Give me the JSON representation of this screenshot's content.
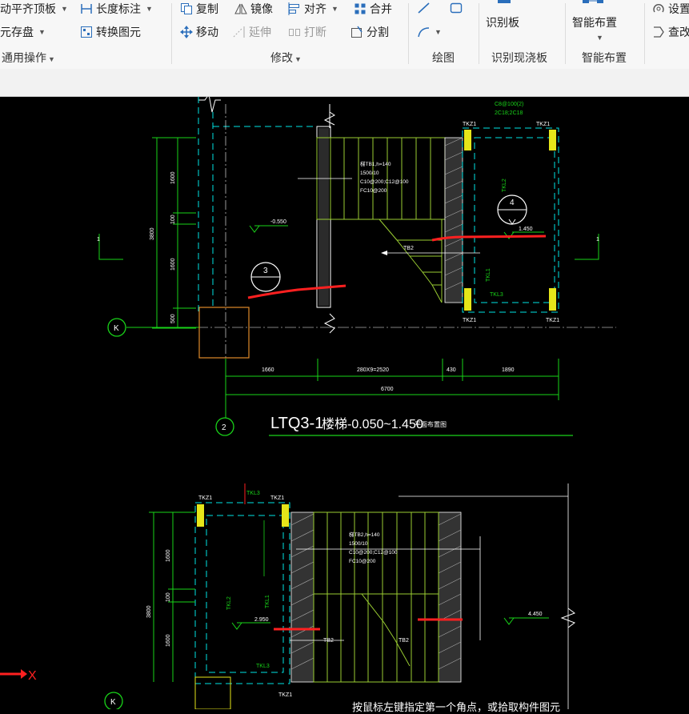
{
  "ribbon": {
    "common": {
      "auto_align_slab": "动平齐顶板",
      "element_save": "元存盘",
      "group_label": "通用操作"
    },
    "dimension": "长度标注",
    "convert_element": "转换图元",
    "modify": {
      "copy": "复制",
      "mirror": "镜像",
      "align": "对齐",
      "merge": "合并",
      "move": "移动",
      "extend": "延伸",
      "break": "打断",
      "split": "分割",
      "group_label": "修改"
    },
    "draw": {
      "group_label": "绘图"
    },
    "identify": {
      "identify_slab": "识别板",
      "group_label": "识别现浇板"
    },
    "smart": {
      "smart_layout": "智能布置",
      "group_label": "智能布置"
    },
    "right": {
      "settings": "设置",
      "query": "查改"
    }
  },
  "drawing": {
    "title1": "LTQ3-1",
    "title1_suffix": "楼梯-0.050~1.450",
    "title1_small": "平面布置图",
    "dims_top": [
      "1660",
      "280X9=2520",
      "430",
      "1890"
    ],
    "dim_total": "6700",
    "vdims_left": [
      "1600",
      "100",
      "1600",
      "500"
    ],
    "vdim_total": "3800",
    "vdims_left2": [
      "1600",
      "100",
      "1600"
    ],
    "vdim_total2": "3800",
    "axis_k": "K",
    "axis_2": "2",
    "section_3": "3",
    "section_4": "4",
    "level_neg": "-0.550",
    "level_1450": "1.450",
    "level_2950": "2.950",
    "level_4450": "4.450",
    "tkz": "TKZ1",
    "tkl3": "TKL3",
    "tkl2": "TKL2",
    "tkl1": "TKL1",
    "tb2": "TB2",
    "tb1_note": [
      "梯TB1,h=140",
      "1500/10",
      "C10@200;C12@100",
      "FC10@200"
    ],
    "tb2_note": [
      "梯TB2,h=140",
      "1500/10",
      "C10@200;C12@100",
      "FC10@200"
    ],
    "beam_note": [
      "C8@100(2)",
      "2C18;2C18"
    ],
    "axis_x": "X"
  },
  "status": {
    "hint": "按鼠标左键指定第一个角点，或拾取构件图元"
  },
  "colors": {
    "cad_bg": "#000000",
    "cyan": "#00e5e5",
    "green": "#19d419",
    "yellow": "#e6e619",
    "olive": "#9acd32",
    "red": "#ff2020",
    "white": "#ffffff"
  }
}
